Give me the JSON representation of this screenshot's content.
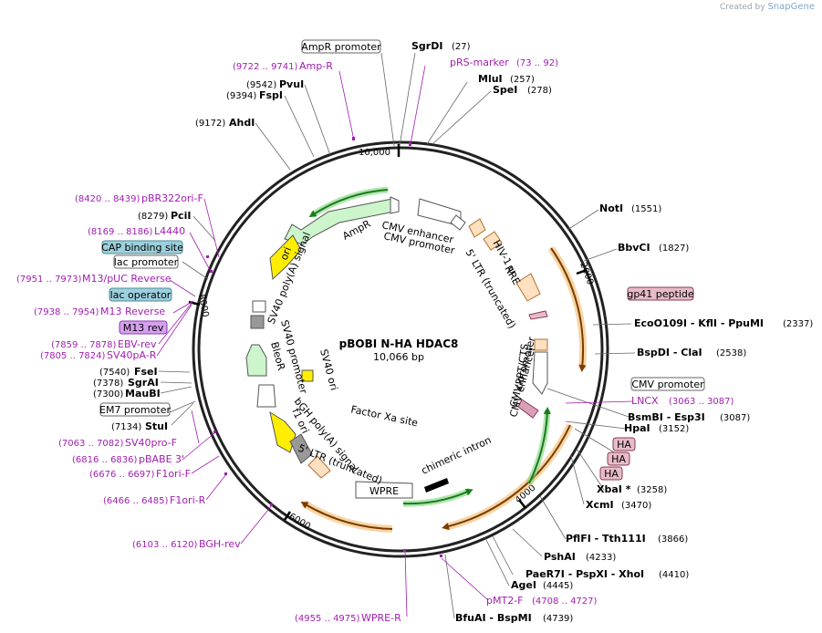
{
  "watermark": {
    "prefix": "Created by",
    "brand": "SnapGene"
  },
  "plasmid": {
    "name": "pBOBI N-HA HDAC8",
    "length_label": "10,066 bp"
  },
  "ticks": [
    "10,000",
    "2000",
    "4000",
    "6000",
    "8000"
  ],
  "enzymes": [
    {
      "name": "SgrDI",
      "pos": "(27)"
    },
    {
      "name": "MluI",
      "pos": "(257)"
    },
    {
      "name": "SpeI",
      "pos": "(278)"
    },
    {
      "name": "NotI",
      "pos": "(1551)"
    },
    {
      "name": "BbvCI",
      "pos": "(1827)"
    },
    {
      "name": "EcoO109I  - KflI  - PpuMI",
      "pos": "(2337)"
    },
    {
      "name": "BspDI  - ClaI",
      "pos": "(2538)"
    },
    {
      "name": "BsmBI  - Esp3I",
      "pos": "(3087)"
    },
    {
      "name": "HpaI",
      "pos": "(3152)"
    },
    {
      "name": "XbaI *",
      "pos": "(3258)"
    },
    {
      "name": "XcmI",
      "pos": "(3470)"
    },
    {
      "name": "PflFI  - Tth111I",
      "pos": "(3866)"
    },
    {
      "name": "PshAI",
      "pos": "(4233)"
    },
    {
      "name": "PaeR7I  - PspXI  - XhoI",
      "pos": "(4410)"
    },
    {
      "name": "AgeI",
      "pos": "(4445)"
    },
    {
      "name": "BfuAI  - BspMI",
      "pos": "(4739)"
    },
    {
      "name": "StuI",
      "pos": "(7134)"
    },
    {
      "name": "MauBI",
      "pos": "(7300)"
    },
    {
      "name": "SgrAI",
      "pos": "(7378)"
    },
    {
      "name": "FseI",
      "pos": "(7540)"
    },
    {
      "name": "PciI",
      "pos": "(8279)"
    },
    {
      "name": "AhdI",
      "pos": "(9172)"
    },
    {
      "name": "FspI",
      "pos": "(9394)"
    },
    {
      "name": "PvuI",
      "pos": "(9542)"
    }
  ],
  "primers": [
    {
      "name": "pRS-marker",
      "pos": "(73 .. 92)"
    },
    {
      "name": "Amp-R",
      "pos": "(9722 .. 9741)"
    },
    {
      "name": "pBR322ori-F",
      "pos": "(8420 .. 8439)"
    },
    {
      "name": "L4440",
      "pos": "(8169 .. 8186)"
    },
    {
      "name": "M13/pUC Reverse",
      "pos": "(7951 .. 7973)"
    },
    {
      "name": "M13 Reverse",
      "pos": "(7938 .. 7954)"
    },
    {
      "name": "EBV-rev",
      "pos": "(7859 .. 7878)"
    },
    {
      "name": "SV40pA-R",
      "pos": "(7805 .. 7824)"
    },
    {
      "name": "SV40pro-F",
      "pos": "(7063 .. 7082)"
    },
    {
      "name": "pBABE 3'",
      "pos": "(6816 .. 6836)"
    },
    {
      "name": "F1ori-F",
      "pos": "(6676 .. 6697)"
    },
    {
      "name": "F1ori-R",
      "pos": "(6466 .. 6485)"
    },
    {
      "name": "BGH-rev",
      "pos": "(6103 .. 6120)"
    },
    {
      "name": "WPRE-R",
      "pos": "(4955 .. 4975)"
    },
    {
      "name": "pMT2-F",
      "pos": "(4708 .. 4727)"
    },
    {
      "name": "LNCX",
      "pos": "(3063 .. 3087)"
    }
  ],
  "boxed_labels": [
    "AmpR promoter",
    "CAP binding site",
    "lac promoter",
    "lac operator",
    "M13 rev",
    "EM7 promoter",
    "CMV promoter",
    "gp41 peptide",
    "HA",
    "HA",
    "HA"
  ],
  "features": [
    "AmpR",
    "ori",
    "SV40 poly(A) signal",
    "SV40 promoter",
    "BleoR",
    "SV40 ori",
    "bGH poly(A) signal",
    "f1 ori",
    "5' LTR (truncated)",
    "WPRE",
    "Factor Xa site",
    "chimeric intron",
    "CMV enhancer",
    "CMV promoter",
    "HIV-1 ψ",
    "RRE",
    "5' LTR (truncated)",
    "cPPT/CTS",
    "CMV enhancer",
    "CMV promoter"
  ],
  "colors": {
    "backbone": "#222222",
    "ampr": "#ccf5cc",
    "ori": "#ffee00",
    "orf_orange": "#f0b25a",
    "orange_fill": "#ffe0c0",
    "primer": "#a01eb0",
    "cyan_box": "#9cd0dc",
    "pink_box": "#e7bcc9",
    "violet_box": "#d6a0f0"
  }
}
